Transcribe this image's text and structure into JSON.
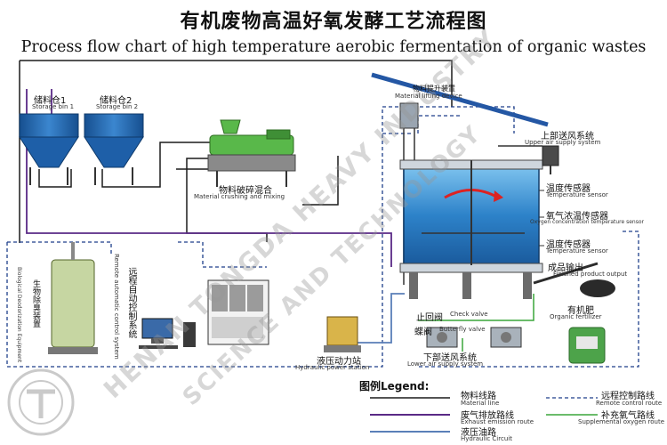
{
  "title_zh": "有机废物高温好氧发酵工艺流程图",
  "title_en": "Process flow chart of high temperature aerobic fermentation of organic wastes",
  "colors": {
    "material_line": "#1c1c1c",
    "exhaust_line": "#5a2a86",
    "hydraulic_line": "#5a7fb8",
    "remote_line": "#1e3f8a",
    "oxygen_line": "#3aa63a",
    "bin": "#1e5fa8",
    "crusher": "#59b84a",
    "reactor": "#2c7cc4"
  },
  "labels": {
    "bin1_zh": "储料仓1",
    "bin1_en": "Storage bin 1",
    "bin2_zh": "储料仓2",
    "bin2_en": "Storage bin 2",
    "crusher_zh": "物料破碎混合",
    "crusher_en": "Material crushing and mixing",
    "lift_zh": "物料提升装置",
    "lift_en": "Material lifting device",
    "upper_air_zh": "上部送风系统",
    "upper_air_en": "Upper air supply system",
    "temp1_zh": "温度传感器",
    "temp1_en": "Temperature sensor",
    "oxygen_zh": "氧气浓温传感器",
    "oxygen_en": "Oxygen concentration temperature sensor",
    "temp2_zh": "温度传感器",
    "temp2_en": "Temperature sensor",
    "product_zh": "成品输出",
    "product_en": "Finished product output",
    "fertilizer_zh": "有机肥",
    "fertilizer_en": "Organic fertilizer",
    "check_zh": "止回阀",
    "check_en": "Check valve",
    "butterfly_zh": "蝶阀",
    "butterfly_en": "Butterfly valve",
    "lower_air_zh": "下部送风系统",
    "lower_air_en": "Lower air supply system",
    "hydraulic_station_zh": "液压动力站",
    "hydraulic_station_en": "Hydraulic power station",
    "remote_zh": "远程自动控制系统",
    "remote_en": "Remote automatic control system",
    "bio_zh": "生物除臭装置",
    "bio_en": "Biological Deodorization Equipment"
  },
  "legend": {
    "title": "图例Legend:",
    "items": [
      {
        "zh": "物料线路",
        "en": "Material line"
      },
      {
        "zh": "废气排放路线",
        "en": "Exhaust emission route"
      },
      {
        "zh": "液压油路",
        "en": "Hydraulic Circuit"
      },
      {
        "zh": "远程控制路线",
        "en": "Remote control route"
      },
      {
        "zh": "补充氧气路线",
        "en": "Supplemental oxygen route"
      }
    ]
  },
  "watermark": {
    "line1": "HENAN TONGDA HEAVY INDUSTRY",
    "line2": "SCIENCE AND TECHNOLOGY"
  }
}
